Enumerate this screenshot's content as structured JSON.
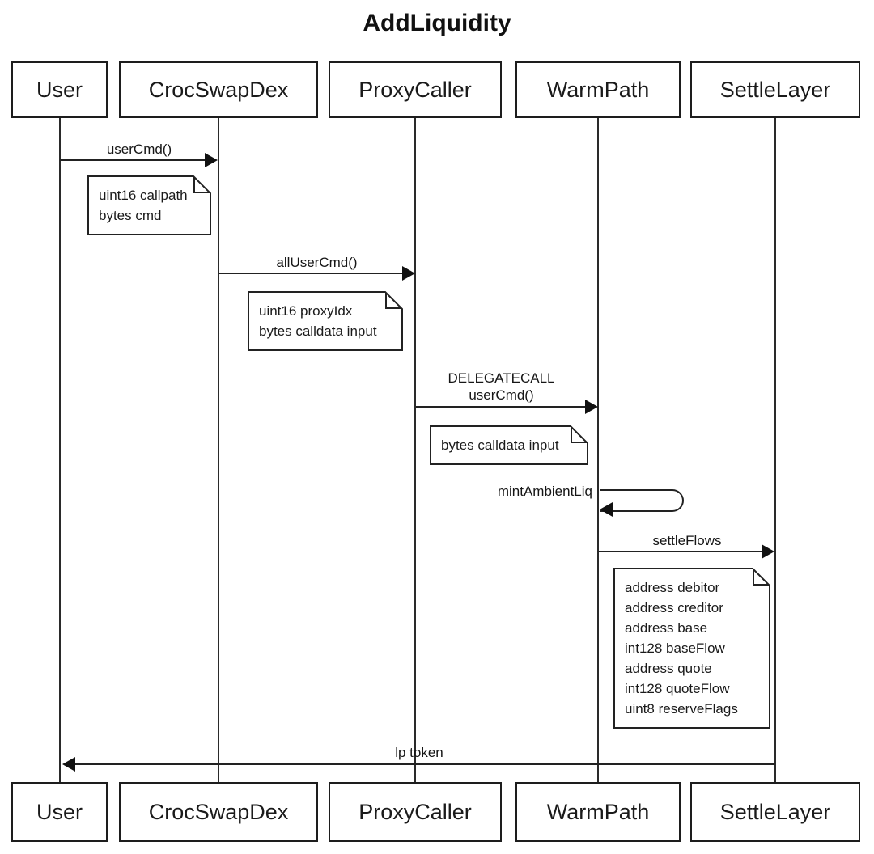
{
  "title": "AddLiquidity",
  "participants": [
    {
      "name": "User"
    },
    {
      "name": "CrocSwapDex"
    },
    {
      "name": "ProxyCaller"
    },
    {
      "name": "WarmPath"
    },
    {
      "name": "SettleLayer"
    }
  ],
  "messages": [
    {
      "from": "User",
      "to": "CrocSwapDex",
      "label": "userCmd()"
    },
    {
      "from": "CrocSwapDex",
      "to": "ProxyCaller",
      "label": "allUserCmd()"
    },
    {
      "from": "ProxyCaller",
      "to": "WarmPath",
      "label_line1": "DELEGATECALL",
      "label_line2": "userCmd()"
    },
    {
      "from": "WarmPath",
      "to": "WarmPath",
      "type": "self",
      "label": "mintAmbientLiq"
    },
    {
      "from": "WarmPath",
      "to": "SettleLayer",
      "label": "settleFlows"
    },
    {
      "from": "SettleLayer",
      "to": "User",
      "label": "lp token"
    }
  ],
  "notes": [
    {
      "lines": [
        "uint16 callpath",
        "bytes cmd"
      ]
    },
    {
      "lines": [
        "uint16 proxyIdx",
        "bytes calldata input"
      ]
    },
    {
      "lines": [
        "bytes calldata input"
      ]
    },
    {
      "lines": [
        "address debitor",
        "address creditor",
        "address base",
        "int128 baseFlow",
        "address quote",
        "int128 quoteFlow",
        "uint8 reserveFlags"
      ]
    }
  ],
  "colors": {
    "line": "#222222",
    "text": "#1a1a1a",
    "box_fill": "#ffffff",
    "background": "#ffffff"
  }
}
